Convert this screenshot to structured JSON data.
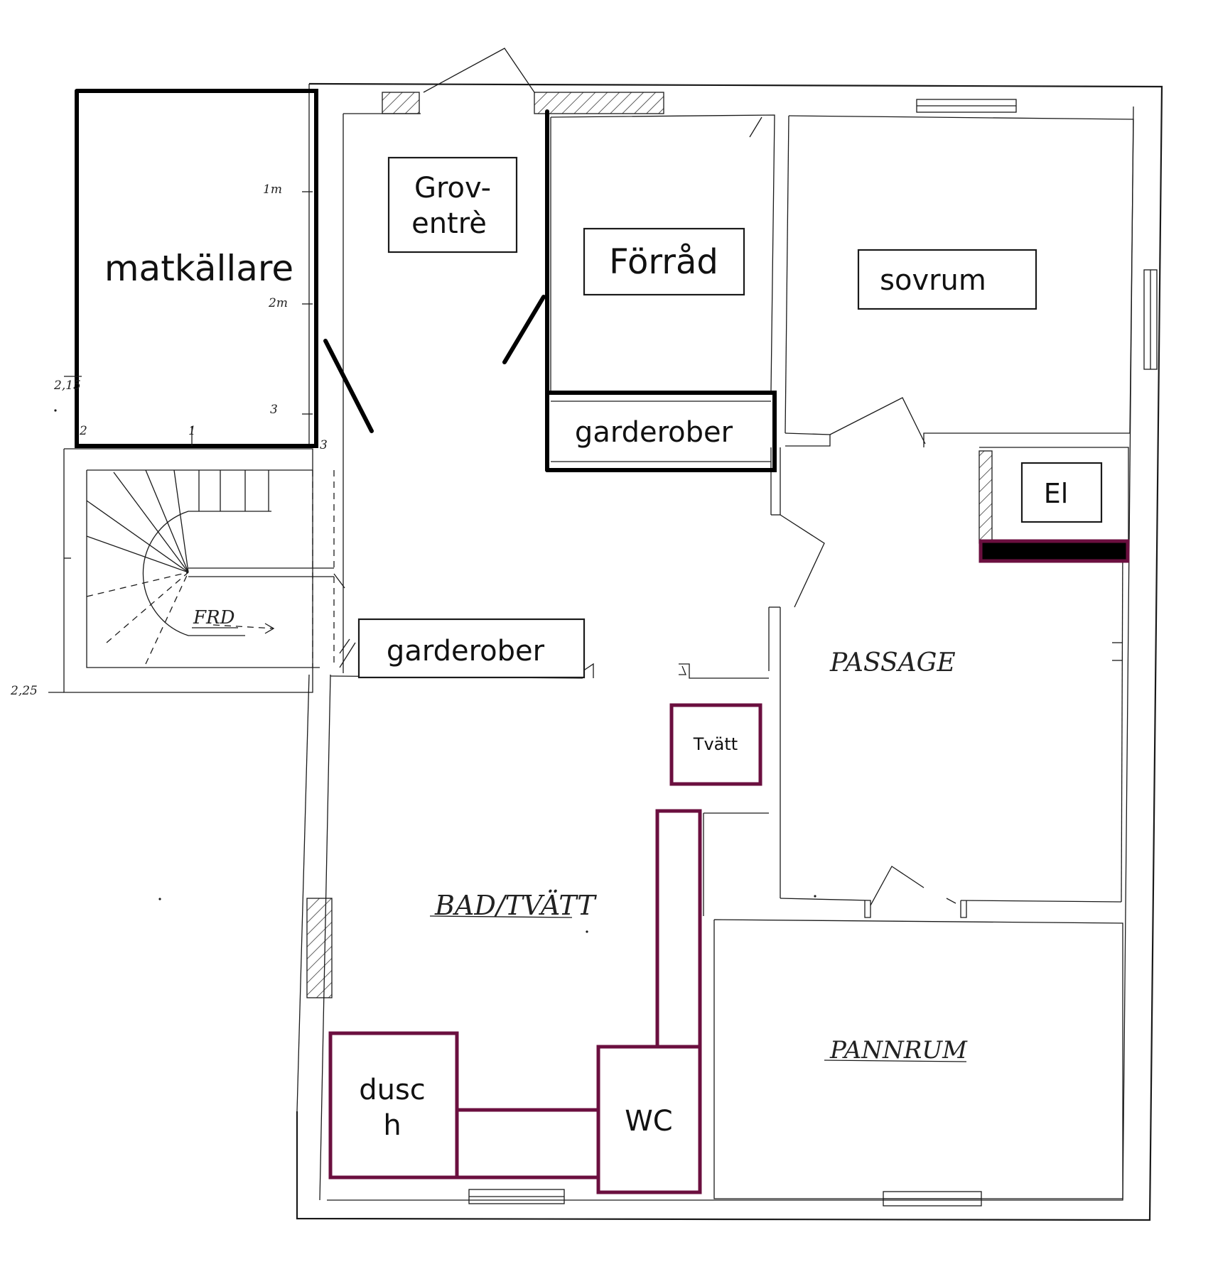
{
  "colors": {
    "line": "#1a1a1a",
    "bold": "#000000",
    "accent": "#6b0f3f",
    "background": "#ffffff"
  },
  "rooms": {
    "matkallare": "matkällare",
    "grov_1": "Grov-",
    "grov_2": "entrè",
    "forrad": "Förråd",
    "sovrum": "sovrum",
    "garderober_top": "garderober",
    "garderober_mid": "garderober",
    "el": "El",
    "tvatt": "Tvätt",
    "dusch_1": "dusc",
    "dusch_2": "h",
    "wc": "WC"
  },
  "handwritten": {
    "passage": "PASSAGE",
    "bad_tvatt": "BAD/TVÄTT",
    "pannrum": "PANNRUM",
    "stair": "FRD"
  },
  "dimensions": {
    "m1": "1m",
    "m2": "2m",
    "m3": "3",
    "d215": "2,15",
    "d225": "2,25",
    "t1": "1",
    "t2": "2",
    "t3": "3"
  }
}
